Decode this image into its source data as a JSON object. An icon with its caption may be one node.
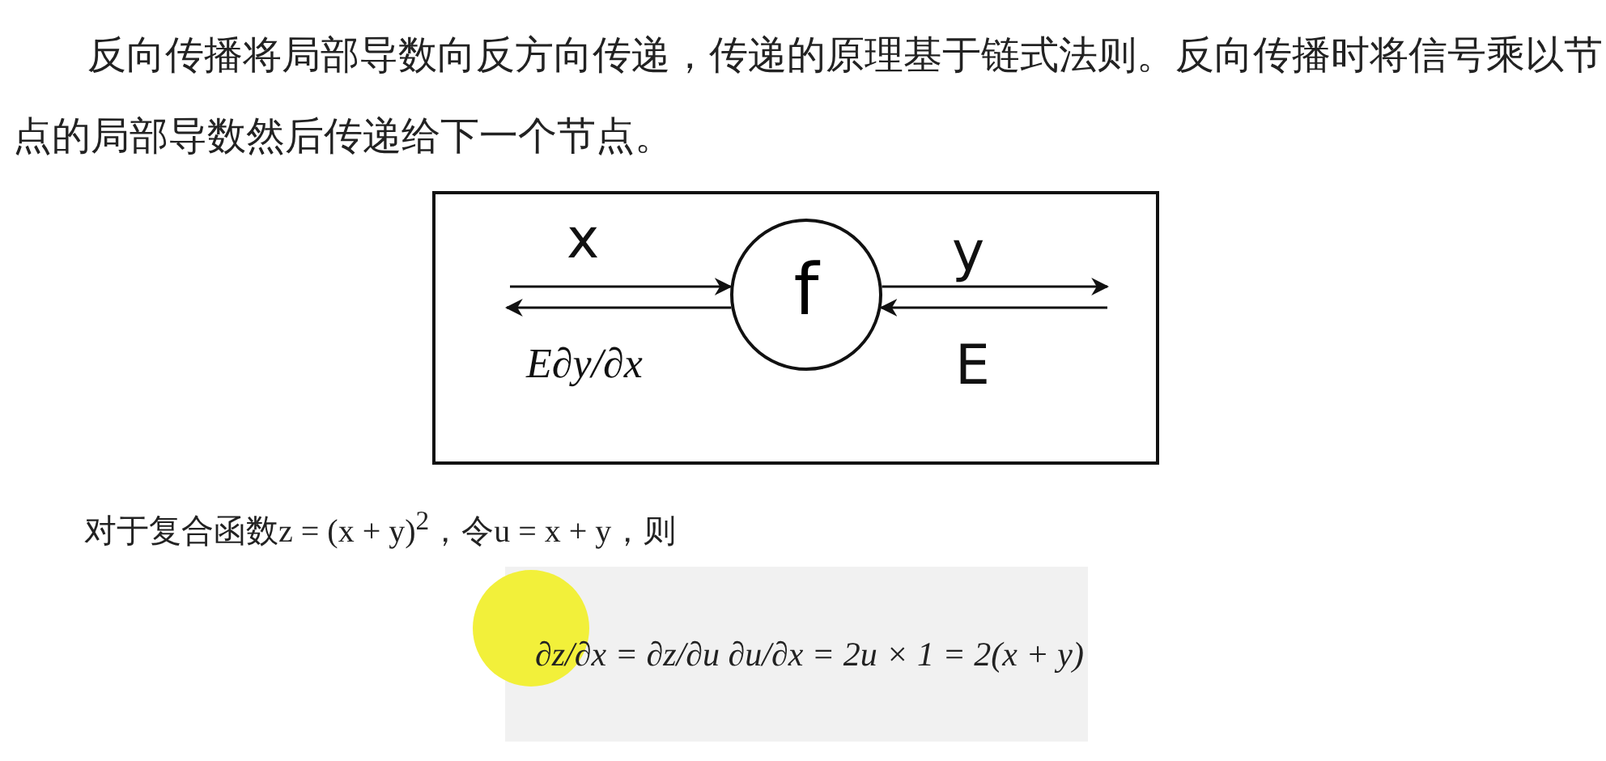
{
  "diagram": {
    "nodes": [
      {
        "text": [],
        "shape": "box"
      },
      {
        "text": [
          "f"
        ],
        "in": 0
      }
    ],
    "edges": [
      {
        "from": null,
        "to": 1,
        "arrow": "to",
        "label": "x"
      },
      {
        "from": 1,
        "to": null,
        "arrow": "to",
        "label": "E∂y/∂x"
      },
      {
        "from": 1,
        "to": null,
        "arrow": "to",
        "label": "y"
      },
      {
        "from": null,
        "to": 1,
        "arrow": "to",
        "label": "E"
      }
    ],
    "labels": [
      "反向传播将局部导数向反方向传递，传递的原理基于链式法则。反向传播时将信号乘以节点的局部导数然后传递给下一个节点。",
      "对于复合函数z = (x + y)$^{2}$，令u = x + y，则",
      "∂z/∂x = ∂z/∂u ∂u/∂x = 2u × 1 = 2(x + y)"
    ]
  }
}
